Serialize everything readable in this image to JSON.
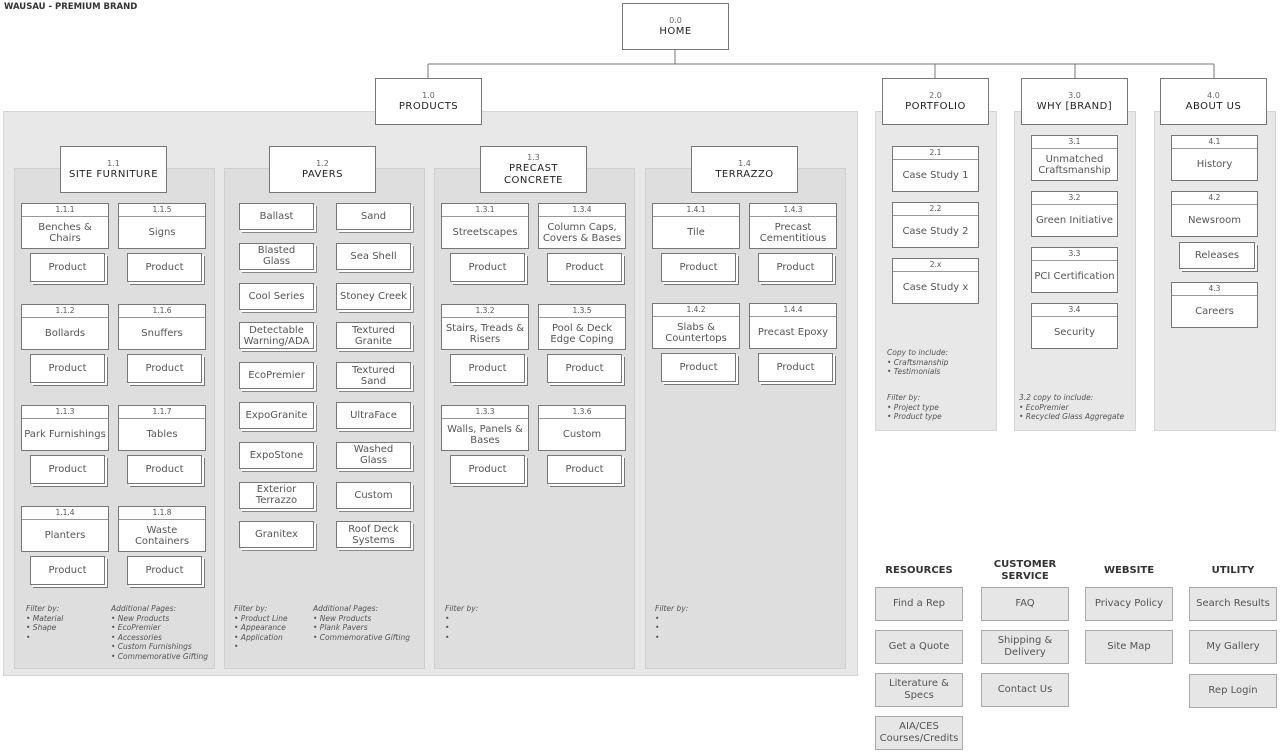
{
  "title": "WAUSAU - PREMIUM BRAND",
  "home": {
    "num": "0.0",
    "label": "HOME"
  },
  "products": {
    "num": "1.0",
    "label": "PRODUCTS"
  },
  "portfolio": {
    "num": "2.0",
    "label": "PORTFOLIO",
    "items": [
      {
        "num": "2.1",
        "label": "Case Study 1"
      },
      {
        "num": "2.2",
        "label": "Case Study 2"
      },
      {
        "num": "2.x",
        "label": "Case Study x"
      }
    ],
    "copy_title": "Copy to include:",
    "copy_items": [
      "• Craftsmanship",
      "• Testimonials"
    ],
    "filter_title": "Filter by:",
    "filter_items": [
      "• Project type",
      "• Product type"
    ]
  },
  "why": {
    "num": "3.0",
    "label": "WHY [BRAND]",
    "items": [
      {
        "num": "3.1",
        "label": "Unmatched Craftsmanship"
      },
      {
        "num": "3.2",
        "label": "Green Initiative"
      },
      {
        "num": "3.3",
        "label": "PCI Certification"
      },
      {
        "num": "3.4",
        "label": "Security"
      }
    ],
    "copy_title": "3.2 copy to include:",
    "copy_items": [
      "• EcoPremier",
      "• Recycled Glass Aggregate"
    ]
  },
  "about": {
    "num": "4.0",
    "label": "ABOUT US",
    "items": [
      {
        "num": "4.1",
        "label": "History"
      },
      {
        "num": "4.2",
        "label": "Newsroom"
      },
      {
        "num": "4.3",
        "label": "Careers"
      }
    ],
    "releases": "Releases"
  },
  "product_label": "Product",
  "site": {
    "num": "1.1",
    "label": "SITE FURNITURE",
    "items": [
      {
        "num": "1.1.1",
        "label": "Benches & Chairs"
      },
      {
        "num": "1.1.5",
        "label": "Signs"
      },
      {
        "num": "1.1.2",
        "label": "Bollards"
      },
      {
        "num": "1.1.6",
        "label": "Snuffers"
      },
      {
        "num": "1.1.3",
        "label": "Park Furnishings"
      },
      {
        "num": "1.1.7",
        "label": "Tables"
      },
      {
        "num": "1.1.4",
        "label": "Planters"
      },
      {
        "num": "1.1.8",
        "label": "Waste Containers"
      }
    ],
    "filter_title": "Filter by:",
    "filter_items": [
      "• Material",
      "• Shape",
      "•"
    ],
    "add_title": "Additional Pages:",
    "add_items": [
      "• New Products",
      "• EcoPremier",
      "• Accessories",
      "• Custom Furnishings",
      "• Commemorative Gifting"
    ]
  },
  "pavers": {
    "num": "1.2",
    "label": "PAVERS",
    "items": [
      "Ballast",
      "Sand",
      "Blasted Glass",
      "Sea Shell",
      "Cool Series",
      "Stoney Creek",
      "Detectable Warning/ADA",
      "Textured Granite",
      "EcoPremier",
      "Textured Sand",
      "ExpoGranite",
      "UltraFace",
      "ExpoStone",
      "Washed Glass",
      "Exterior Terrazzo",
      "Custom",
      "Granitex",
      "Roof Deck Systems"
    ],
    "filter_title": "Filter by:",
    "filter_items": [
      "• Product Line",
      "• Appearance",
      "• Application",
      "•"
    ],
    "add_title": "Additional Pages:",
    "add_items": [
      "• New Products",
      "• Plank Pavers",
      "• Commemorative Gifting"
    ]
  },
  "precast": {
    "num": "1.3",
    "label": "PRECAST CONCRETE",
    "items": [
      {
        "num": "1.3.1",
        "label": "Streetscapes"
      },
      {
        "num": "1.3.4",
        "label": "Column Caps, Covers & Bases"
      },
      {
        "num": "1.3.2",
        "label": "Stairs, Treads & Risers"
      },
      {
        "num": "1.3.5",
        "label": "Pool & Deck Edge Coping"
      },
      {
        "num": "1.3.3",
        "label": "Walls, Panels & Bases"
      },
      {
        "num": "1.3.6",
        "label": "Custom"
      }
    ],
    "filter_title": "Filter by:",
    "filter_items": [
      "•",
      "•",
      "•"
    ]
  },
  "terrazzo": {
    "num": "1.4",
    "label": "TERRAZZO",
    "items": [
      {
        "num": "1.4.1",
        "label": "Tile"
      },
      {
        "num": "1.4.3",
        "label": "Precast Cementitious"
      },
      {
        "num": "1.4.2",
        "label": "Slabs & Countertops"
      },
      {
        "num": "1.4.4",
        "label": "Precast Epoxy"
      }
    ],
    "filter_title": "Filter by:",
    "filter_items": [
      "•",
      "•",
      "•"
    ]
  },
  "resources": {
    "head": "RESOURCES",
    "items": [
      "Find a Rep",
      "Get a Quote",
      "Literature & Specs",
      "AIA/CES Courses/Credits"
    ]
  },
  "customer": {
    "head": "CUSTOMER SERVICE",
    "items": [
      "FAQ",
      "Shipping & Delivery",
      "Contact Us"
    ]
  },
  "website": {
    "head": "WEBSITE",
    "items": [
      "Privacy Policy",
      "Site Map"
    ]
  },
  "utility": {
    "head": "UTILITY",
    "items": [
      "Search Results",
      "My Gallery",
      "Rep Login"
    ]
  }
}
